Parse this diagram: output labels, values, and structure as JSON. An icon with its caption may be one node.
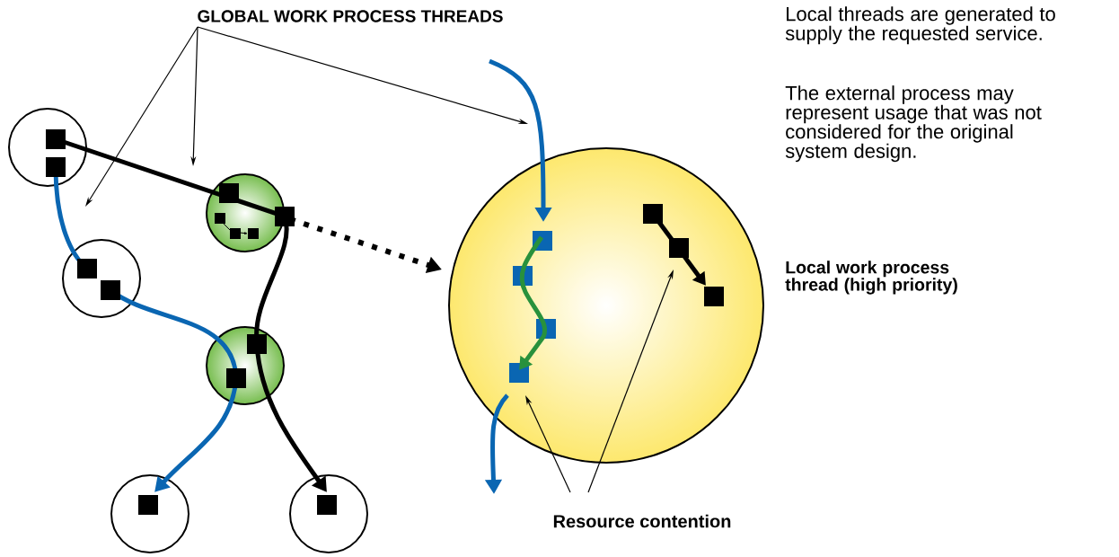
{
  "diagram": {
    "nodes": [
      {
        "text": [
          "GLOBAL WORK PROCESS THREADS"
        ]
      },
      {
        "text": [],
        "shape": "circle"
      },
      {
        "text": [],
        "shape": "circle"
      },
      {
        "text": [],
        "shape": "circle"
      },
      {
        "text": [],
        "shape": "circle"
      },
      {
        "text": [],
        "shape": "circle"
      },
      {
        "text": [],
        "shape": "circle"
      },
      {
        "text": [],
        "shape": "circle"
      },
      {
        "text": [
          "Resource contention"
        ]
      }
    ],
    "edges": [
      {
        "from": 1,
        "to": 3,
        "arrow": "none"
      },
      {
        "from": 3,
        "to": 4,
        "arrow": "none"
      },
      {
        "from": 4,
        "to": 6,
        "arrow": "to"
      },
      {
        "from": 1,
        "to": 2,
        "arrow": "none",
        "color": "#0a66b2"
      },
      {
        "from": 2,
        "to": 4,
        "arrow": "none",
        "color": "#0a66b2"
      },
      {
        "from": 4,
        "to": 5,
        "arrow": "to",
        "color": "#0a66b2"
      },
      {
        "from": 3,
        "to": 7,
        "arrow": "to",
        "style": "dashed"
      },
      {
        "from": null,
        "to": 7,
        "arrow": "to",
        "color": "#0a66b2"
      },
      {
        "from": 7,
        "to": null,
        "arrow": "to",
        "color": "#0a66b2"
      },
      {
        "from": 0,
        "to": null,
        "arrow": "to"
      },
      {
        "from": 0,
        "to": null,
        "arrow": "to"
      },
      {
        "from": 0,
        "to": null,
        "arrow": "to"
      },
      {
        "from": 8,
        "to": 7,
        "arrow": "to"
      },
      {
        "from": 8,
        "to": 7,
        "arrow": "to"
      }
    ],
    "labels": [
      "Local threads are generated to supply the requested service.",
      "The external process may represent usage that was not considered for the original system design.",
      "Local work process thread (high priority)"
    ]
  }
}
